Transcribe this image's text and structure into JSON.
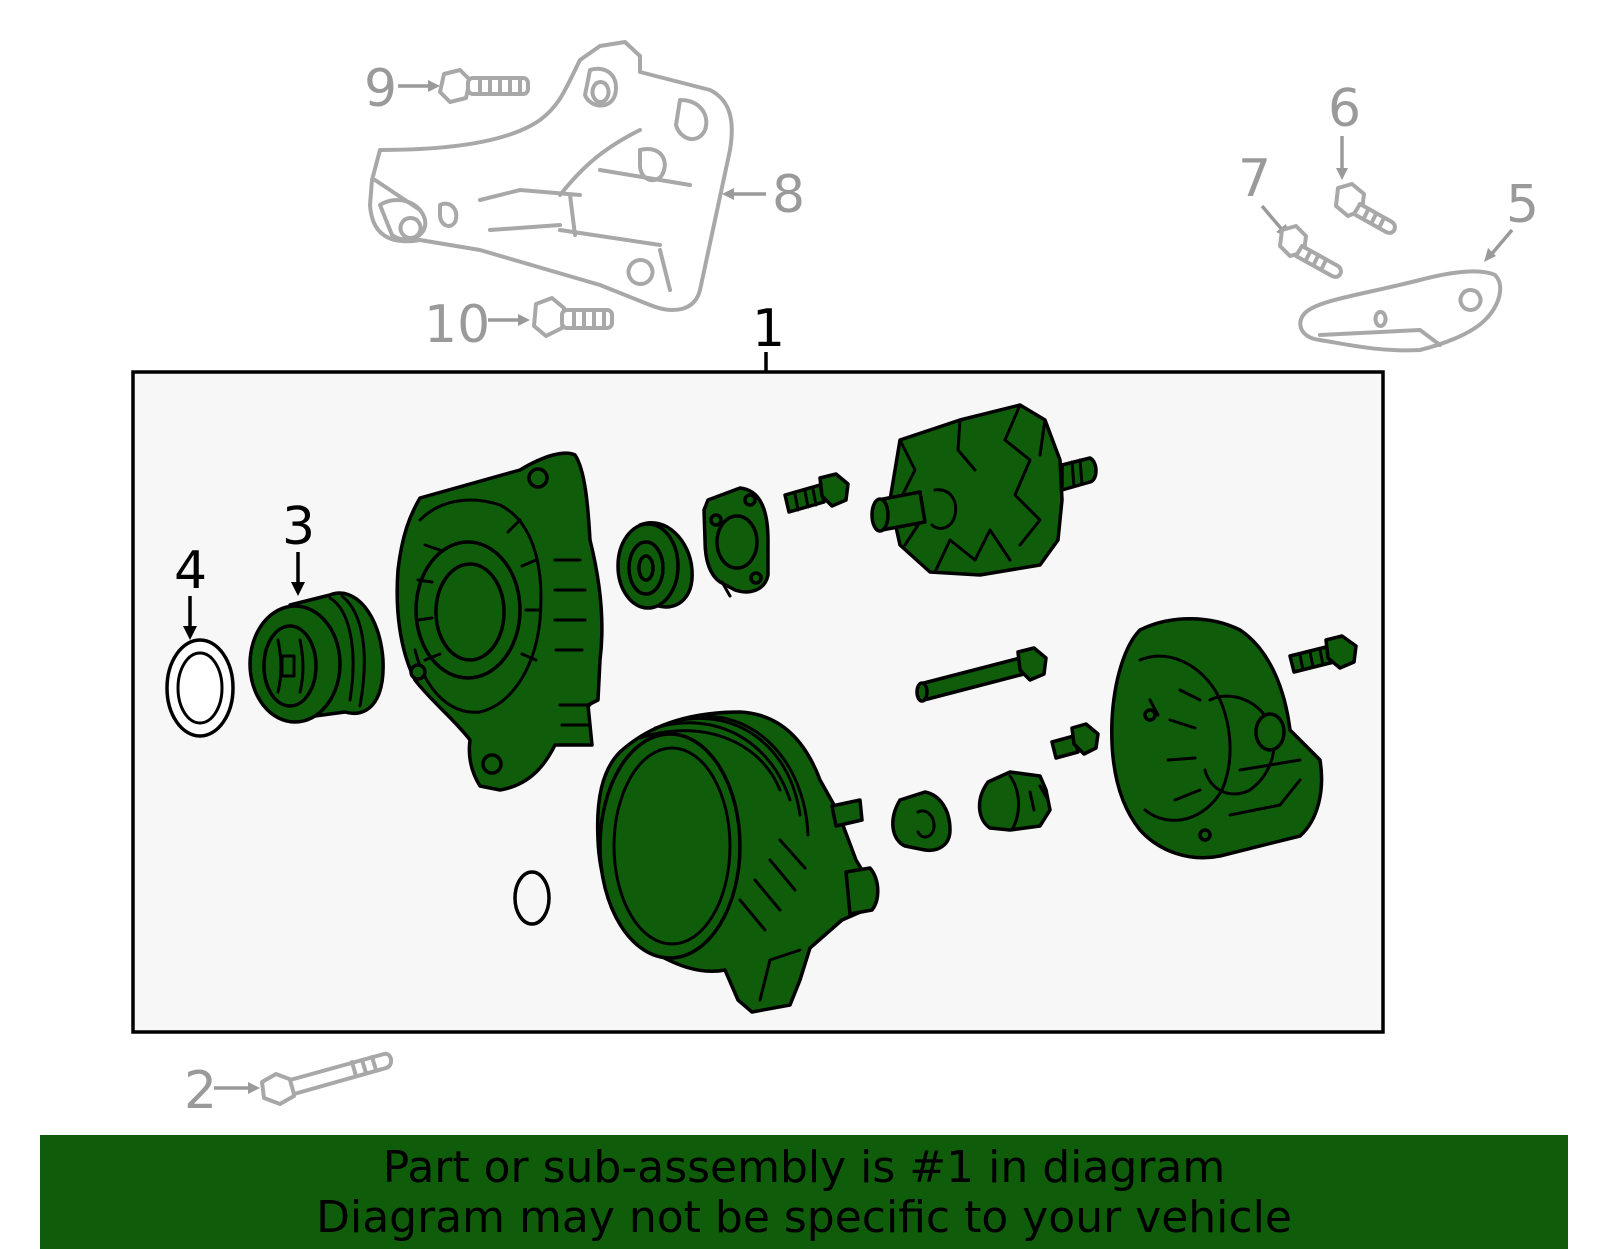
{
  "callouts": {
    "c1": "1",
    "c2": "2",
    "c3": "3",
    "c4": "4",
    "c5": "5",
    "c6": "6",
    "c7": "7",
    "c8": "8",
    "c9": "9",
    "c10": "10"
  },
  "footer": {
    "line1": "Part or sub-assembly is #1 in diagram",
    "line2": "Diagram may not be specific to your vehicle"
  },
  "colors": {
    "highlight": "#0f5c0a",
    "ghost_parts": "#a8a8a8",
    "panel_background": "#f7f7f7"
  }
}
